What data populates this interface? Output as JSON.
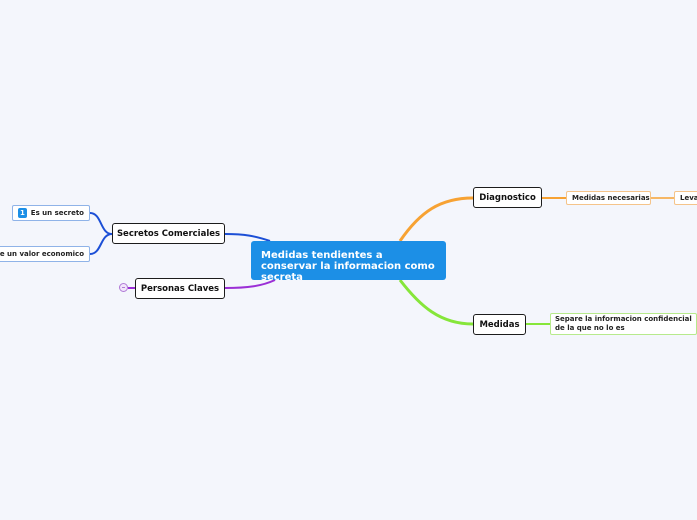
{
  "central": {
    "label": "Medidas tendientes a conservar la informacion como secreta"
  },
  "branches": {
    "diagnostico": {
      "label": "Diagnostico",
      "children": [
        "Medidas necesarias",
        "Levar"
      ]
    },
    "medidas": {
      "label": "Medidas",
      "children": [
        "Separe la informacion confidencial de la que no lo es"
      ]
    },
    "secretos_comerciales": {
      "label": "Secretos Comerciales",
      "children": [
        {
          "badge": "1",
          "label": "Es un secreto"
        },
        {
          "label": "Tiene un valor economico"
        }
      ]
    },
    "personas_claves": {
      "label": "Personas Claves"
    }
  },
  "colors": {
    "background": "#f4f6fc",
    "central": "#1c8fe6",
    "diagnostico": "#f7a233",
    "medidas": "#86e63a",
    "secretos_comerciales": "#1c4fd6",
    "personas_claves": "#9b2fd6"
  }
}
